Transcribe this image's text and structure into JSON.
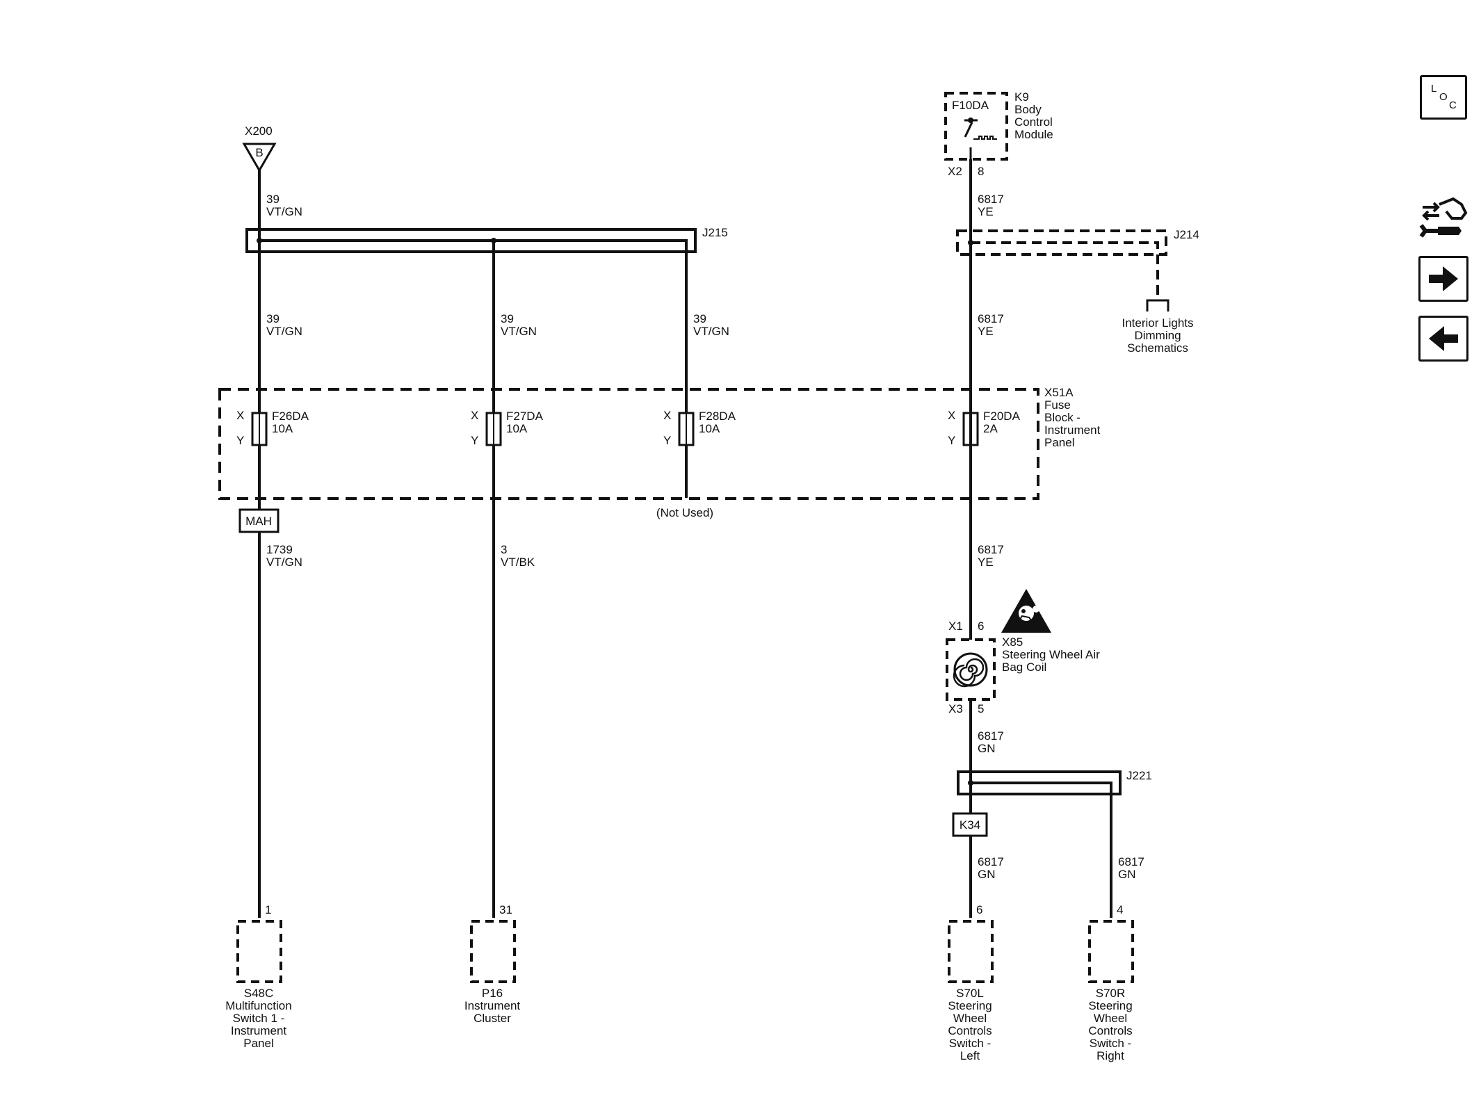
{
  "x200": {
    "id": "X200",
    "pin": "B"
  },
  "j215": "J215",
  "j214": "J214",
  "j221": "J221",
  "wires": {
    "w39_top": [
      "39",
      "VT/GN"
    ],
    "w39_a": [
      "39",
      "VT/GN"
    ],
    "w39_b": [
      "39",
      "VT/GN"
    ],
    "w39_c": [
      "39",
      "VT/GN"
    ],
    "w1739": [
      "1739",
      "VT/GN"
    ],
    "w3": [
      "3",
      "VT/BK"
    ],
    "w6817_a": [
      "6817",
      "YE"
    ],
    "w6817_b": [
      "6817",
      "YE"
    ],
    "w6817_c": [
      "6817",
      "YE"
    ],
    "w6817_d": [
      "6817",
      "GN"
    ],
    "w6817_e": [
      "6817",
      "GN"
    ],
    "w6817_f": [
      "6817",
      "GN"
    ]
  },
  "k9": {
    "fuse": "F10DA",
    "lines": [
      "K9",
      "Body",
      "Control",
      "Module"
    ],
    "conn": "X2",
    "pin": "8"
  },
  "interior": [
    "Interior Lights",
    "Dimming",
    "Schematics"
  ],
  "fuse_block": {
    "lines": [
      "X51A",
      "Fuse",
      "Block -",
      "Instrument",
      "Panel"
    ],
    "x": "X",
    "y": "Y",
    "fuses": [
      {
        "name": "F26DA",
        "rating": "10A"
      },
      {
        "name": "F27DA",
        "rating": "10A"
      },
      {
        "name": "F28DA",
        "rating": "10A"
      },
      {
        "name": "F20DA",
        "rating": "2A"
      }
    ],
    "not_used": "(Not Used)"
  },
  "mah": "MAH",
  "x85": {
    "conn_top": "X1",
    "pin_top": "6",
    "conn_bot": "X3",
    "pin_bot": "5",
    "lines": [
      "X85",
      "Steering Wheel Air",
      "Bag Coil"
    ]
  },
  "k34": "K34",
  "components": [
    {
      "pin": "1",
      "lines": [
        "S48C",
        "Multifunction",
        "Switch 1 -",
        "Instrument",
        "Panel"
      ]
    },
    {
      "pin": "31",
      "lines": [
        "P16",
        "Instrument",
        "Cluster"
      ]
    },
    {
      "pin": "6",
      "lines": [
        "S70L",
        "Steering",
        "Wheel",
        "Controls",
        "Switch -",
        "Left"
      ]
    },
    {
      "pin": "4",
      "lines": [
        "S70R",
        "Steering",
        "Wheel",
        "Controls",
        "Switch -",
        "Right"
      ]
    }
  ],
  "nav": {
    "loc": [
      "L",
      "O",
      "C"
    ],
    "icons": [
      "connector-wrench-icon",
      "arrow-right-icon",
      "arrow-left-icon"
    ]
  }
}
